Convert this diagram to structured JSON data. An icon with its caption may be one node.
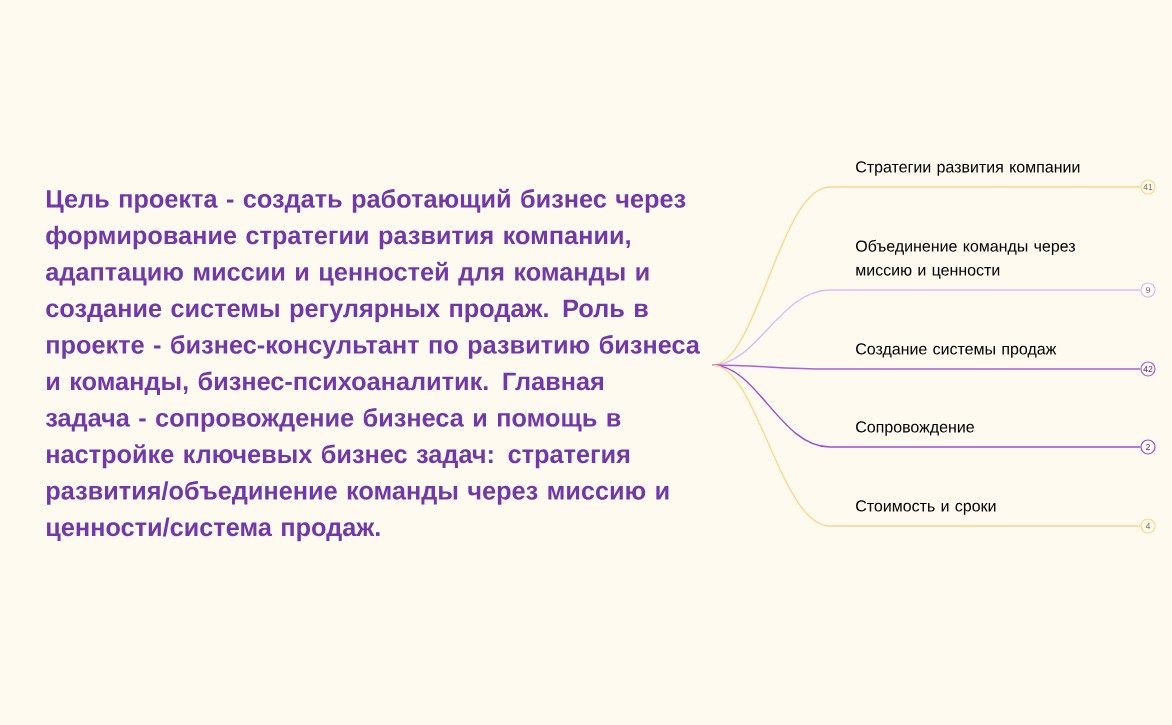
{
  "diagram": {
    "nodes": [
      {
        "text": [
          "Цель проекта - создать работающий бизнес через формирование стратегии развития компании, адаптацию миссии и ценностей для команды и создание системы регулярных продаж.  Роль в проекте - бизнес-консультант по развитию бизнеса и команды, бизнес-психоаналитик. Главная задача - сопровождение бизнеса и помощь в настройке ключевых бизнес задач: стратегия развития/объединение команды через миссию и ценности/система продаж."
        ]
      },
      {
        "text": [
          "41"
        ]
      },
      {
        "text": [
          "9"
        ]
      },
      {
        "text": [
          "42"
        ]
      },
      {
        "text": [
          "2"
        ]
      },
      {
        "text": [
          "4"
        ]
      }
    ],
    "edges": [
      {
        "from": 0,
        "to": 1,
        "arrow": "none",
        "label": "Стратегии развития компании",
        "color": "#f8d98f"
      },
      {
        "from": 0,
        "to": 2,
        "arrow": "none",
        "label": "Объединение команды через миссию и ценности",
        "color": "#d9bdf3"
      },
      {
        "from": 0,
        "to": 3,
        "arrow": "none",
        "label": "Создание системы продаж",
        "color": "#a662e0"
      },
      {
        "from": 0,
        "to": 4,
        "arrow": "none",
        "label": "Сопровождение",
        "color": "#9a4cd8"
      },
      {
        "from": 0,
        "to": 5,
        "arrow": "none",
        "label": "Стоимость и сроки",
        "color": "#f8d98f"
      }
    ]
  }
}
